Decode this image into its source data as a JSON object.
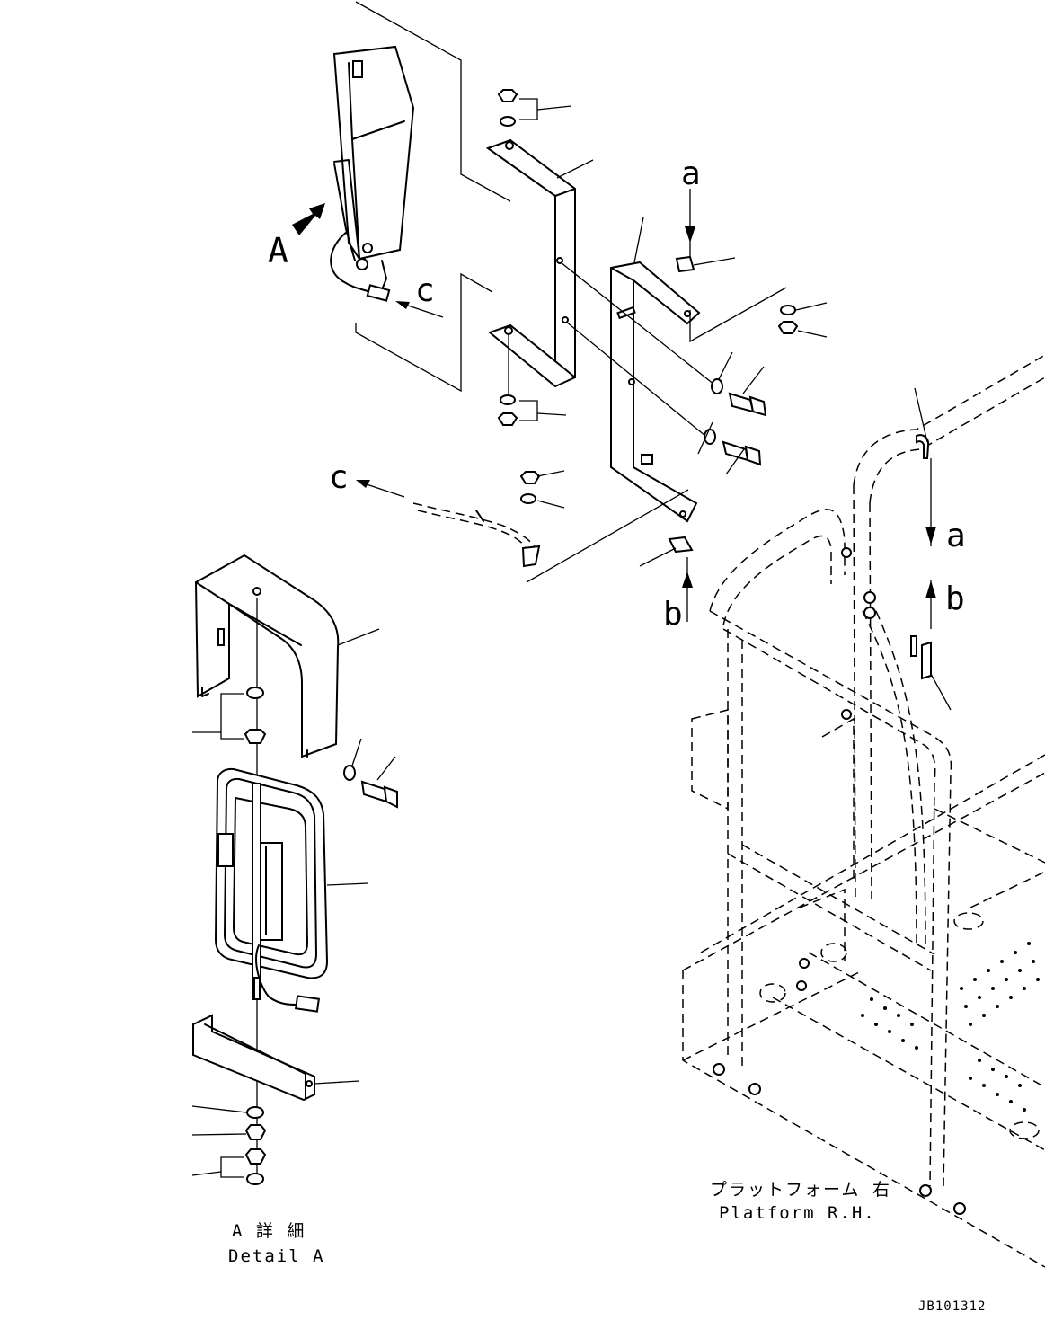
{
  "labels": {
    "view_a": "A",
    "ref_c_top": "c",
    "ref_c_left": "c",
    "ref_a_top": "a",
    "ref_a_right": "a",
    "ref_b_bottom": "b",
    "ref_b_right": "b"
  },
  "captions": {
    "detail_jp": "A 詳 細",
    "detail_en": "Detail A",
    "platform_jp": "プラットフォーム 右",
    "platform_en": "Platform R.H."
  },
  "drawing_code": "JB101312"
}
